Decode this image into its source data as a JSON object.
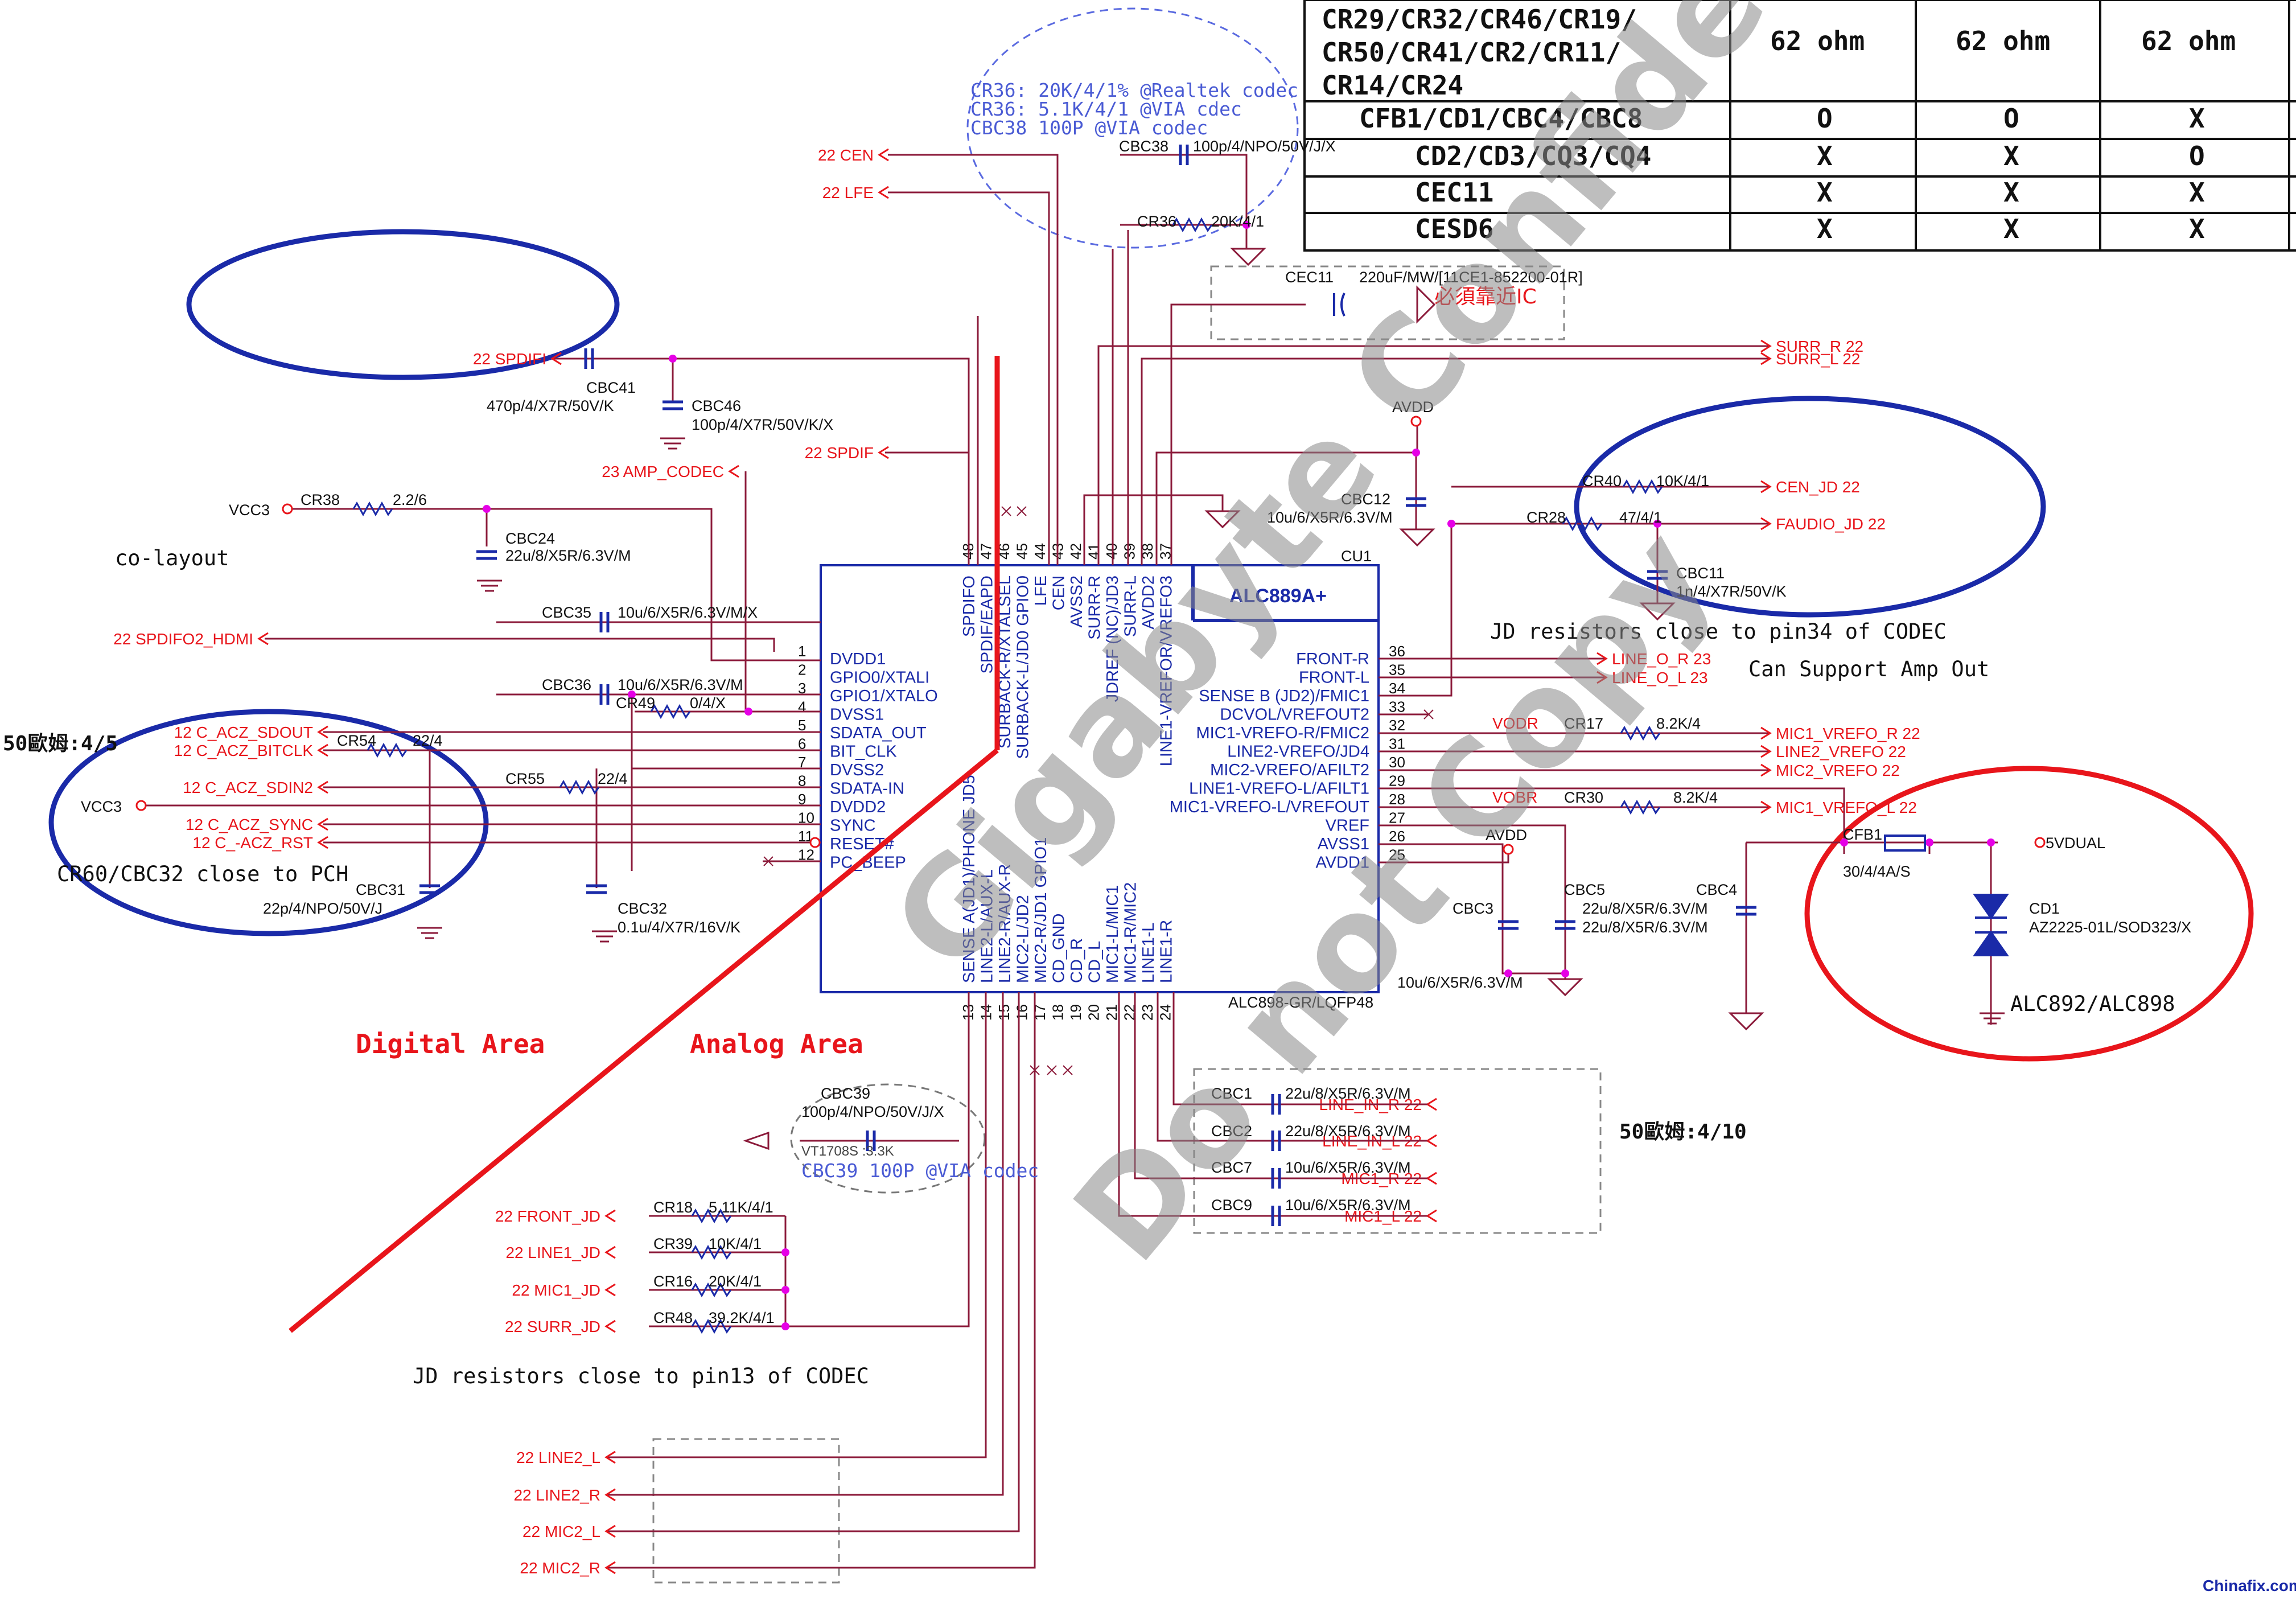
{
  "table": {
    "rows": [
      {
        "label": [
          "CR29/CR32/CR46/CR19/",
          "CR50/CR41/CR2/CR11/",
          "CR14/CR24"
        ],
        "c1": "62 ohm",
        "c2": "62 ohm",
        "c3": "62 ohm"
      },
      {
        "label": [
          "CFB1/CD1/CBC4/CBC8"
        ],
        "c1": "O",
        "c2": "O",
        "c3": "X"
      },
      {
        "label": [
          "CD2/CD3/CQ3/CQ4"
        ],
        "c1": "X",
        "c2": "X",
        "c3": "O"
      },
      {
        "label": [
          "CEC11"
        ],
        "c1": "X",
        "c2": "X",
        "c3": "X"
      },
      {
        "label": [
          "CESD6"
        ],
        "c1": "X",
        "c2": "X",
        "c3": "X"
      }
    ]
  },
  "chip": {
    "name": "ALC889A+",
    "ref": "CU1",
    "package": "ALC898-GR/LQFP48",
    "left_pins": [
      {
        "num": "1",
        "name": "DVDD1"
      },
      {
        "num": "2",
        "name": "GPIO0/XTALI"
      },
      {
        "num": "3",
        "name": "GPIO1/XTALO"
      },
      {
        "num": "4",
        "name": "DVSS1"
      },
      {
        "num": "5",
        "name": "SDATA_OUT"
      },
      {
        "num": "6",
        "name": "BIT_CLK"
      },
      {
        "num": "7",
        "name": "DVSS2"
      },
      {
        "num": "8",
        "name": "SDATA-IN"
      },
      {
        "num": "9",
        "name": "DVDD2"
      },
      {
        "num": "10",
        "name": "SYNC"
      },
      {
        "num": "11",
        "name": "RESET#"
      },
      {
        "num": "12",
        "name": "PC_BEEP"
      }
    ],
    "right_pins": [
      {
        "num": "36",
        "name": "FRONT-R"
      },
      {
        "num": "35",
        "name": "FRONT-L"
      },
      {
        "num": "34",
        "name": "SENSE B (JD2)/FMIC1"
      },
      {
        "num": "33",
        "name": "DCVOL/VREFOUT2"
      },
      {
        "num": "32",
        "name": "MIC1-VREFO-R/FMIC2"
      },
      {
        "num": "31",
        "name": "LINE2-VREFO/JD4"
      },
      {
        "num": "30",
        "name": "MIC2-VREFO/AFILT2"
      },
      {
        "num": "29",
        "name": "LINE1-VREFO-L/AFILT1"
      },
      {
        "num": "28",
        "name": "MIC1-VREFO-L/VREFOUT"
      },
      {
        "num": "27",
        "name": "VREF"
      },
      {
        "num": "26",
        "name": "AVSS1"
      },
      {
        "num": "25",
        "name": "AVDD1"
      }
    ],
    "top_pins": [
      {
        "num": "48",
        "name": "SPDIFO"
      },
      {
        "num": "47",
        "name": "SPDIF/EAPD"
      },
      {
        "num": "46",
        "name": "SURBACK-R/XTALSEL"
      },
      {
        "num": "45",
        "name": "SURBACK-L/JD0 GPIO0"
      },
      {
        "num": "44",
        "name": "LFE"
      },
      {
        "num": "43",
        "name": "CEN"
      },
      {
        "num": "42",
        "name": "AVSS2"
      },
      {
        "num": "41",
        "name": "SURR-R"
      },
      {
        "num": "40",
        "name": "JDREF (NC)/JD3"
      },
      {
        "num": "39",
        "name": "SURR-L"
      },
      {
        "num": "38",
        "name": "AVDD2"
      },
      {
        "num": "37",
        "name": "LINE1-VREFOR/VREFO3"
      }
    ],
    "bottom_pins": [
      {
        "num": "13",
        "name": "SENSE A(JD1)/PHONE JD5"
      },
      {
        "num": "14",
        "name": "LINE2-L/AUX-L"
      },
      {
        "num": "15",
        "name": "LINE2-R/AUX-R"
      },
      {
        "num": "16",
        "name": "MIC2-L/JD2"
      },
      {
        "num": "17",
        "name": "MIC2-R/JD1 GPIO1"
      },
      {
        "num": "18",
        "name": "CD_GND"
      },
      {
        "num": "19",
        "name": "CD_R"
      },
      {
        "num": "20",
        "name": "CD_L"
      },
      {
        "num": "21",
        "name": "MIC1-L/MIC1"
      },
      {
        "num": "22",
        "name": "MIC1-R/MIC2"
      },
      {
        "num": "23",
        "name": "LINE1-L"
      },
      {
        "num": "24",
        "name": "LINE1-R"
      }
    ]
  },
  "nets": {
    "cen": "22   CEN",
    "lfe": "22   LFE",
    "spdifi": "22  SPDIFI",
    "amp": "23  AMP_CODEC",
    "spdif": "22  SPDIF",
    "spdifo2": "22  SPDIFO2_HDMI",
    "sdout": "12  C_ACZ_SDOUT",
    "bitclk": "12  C_ACZ_BITCLK",
    "sdin": "12  C_ACZ_SDIN2",
    "sync": "12  C_ACZ_SYNC",
    "rst": "12  C_-ACZ_RST",
    "surr_r": "SURR_R   22",
    "surr_l": "SURR_L   22",
    "cen_jd": "CEN_JD   22",
    "faudio_jd": "FAUDIO_JD   22",
    "line_o_r": "LINE_O_R  23",
    "line_o_l": "LINE_O_L  23",
    "vodr": "VODR",
    "vobr": "VOBR",
    "mic1_vrefo_r": "MIC1_VREFO_R   22",
    "line2_vrefo": "LINE2_VREFO   22",
    "mic2_vrefo": "MIC2_VREFO   22",
    "mic1_vrefo_l": "MIC1_VREFO_L   22",
    "line_in_r": "LINE_IN_R   22",
    "line_in_l": "LINE_IN_L   22",
    "mic1_r": "MIC1_R   22",
    "mic1_l": "MIC1_L   22",
    "front_jd": "22  FRONT_JD",
    "line1_jd": "22  LINE1_JD",
    "mic1_jd": "22  MIC1_JD",
    "surr_jd": "22  SURR_JD",
    "line2_l": "22  LINE2_L",
    "line2_r": "22  LINE2_R",
    "mic2_l": "22  MIC2_L",
    "mic2_r": "22  MIC2_R"
  },
  "power": {
    "vcc3a": "VCC3",
    "vcc3b": "VCC3",
    "avdd_top": "AVDD",
    "avdd_mid": "AVDD",
    "fivevdual": "5VDUAL"
  },
  "components": {
    "cr38": "CR38",
    "cr38v": "2.2/6",
    "cbc24": "CBC24",
    "cbc24v": "22u/8/X5R/6.3V/M",
    "cbc35": "CBC35",
    "cbc35v": "10u/6/X5R/6.3V/M/X",
    "cbc36": "CBC36",
    "cbc36v": "10u/6/X5R/6.3V/M",
    "cr49": "CR49",
    "cr49v": "0/4/X",
    "cr54": "CR54",
    "cr54v": "22/4",
    "cr55": "CR55",
    "cr55v": "22/4",
    "cbc31": "CBC31",
    "cbc31v": "22p/4/NPO/50V/J",
    "cbc32": "CBC32",
    "cbc32v": "0.1u/4/X7R/16V/K",
    "cbc41": "CBC41",
    "cbc41v": "470p/4/X7R/50V/K",
    "cbc46": "CBC46",
    "cbc46v": "100p/4/X7R/50V/K/X",
    "cbc38": "CBC38",
    "cbc38v": "100p/4/NPO/50V/J/X",
    "cr36": "CR36",
    "cr36v": "20K/4/1",
    "cec11": "CEC11",
    "cec11v": "220uF/MW/[11CE1-852200-01R]",
    "cbc12": "CBC12",
    "cbc12v": "10u/6/X5R/6.3V/M",
    "cr40": "CR40",
    "cr40v": "10K/4/1",
    "cr28": "CR28",
    "cr28v": "47/4/1",
    "cbc11": "CBC11",
    "cbc11v": "1n/4/X7R/50V/K",
    "cr17": "CR17",
    "cr17v": "8.2K/4",
    "cr30": "CR30",
    "cr30v": "8.2K/4",
    "cbc3": "CBC3",
    "cbc3v": "10u/6/X5R/6.3V/M",
    "cbc5": "CBC5",
    "cbc5v1": "22u/8/X5R/6.3V/M",
    "cbc5v2": "22u/8/X5R/6.3V/M",
    "cbc4": "CBC4",
    "cfb1": "CFB1",
    "cfb1v": "30/4/4A/S",
    "cd1": "CD1",
    "cd1v": "AZ2225-01L/SOD323/X",
    "cbc1": "CBC1",
    "cbc1v": "22u/8/X5R/6.3V/M",
    "cbc2": "CBC2",
    "cbc2v": "22u/8/X5R/6.3V/M",
    "cbc7": "CBC7",
    "cbc7v": "10u/6/X5R/6.3V/M",
    "cbc9": "CBC9",
    "cbc9v": "10u/6/X5R/6.3V/M",
    "cbc39": "CBC39",
    "cbc39v": "100p/4/NPO/50V/J/X",
    "vt": "VT1708S :3.3K",
    "cr18": "CR18",
    "cr18v": "5.11K/4/1",
    "cr39": "CR39",
    "cr39v": "10K/4/1",
    "cr16": "CR16",
    "cr16v": "20K/4/1",
    "cr48": "CR48",
    "cr48v": "39.2K/4/1"
  },
  "notes": {
    "via1": "CR36: 20K/4/1% @Realtek codec",
    "via2": "CR36: 5.1K/4/1 @VIA cdec",
    "via3": "CBC38 100P @VIA codec",
    "must_near": "必須靠近IC",
    "colayout": "co-layout",
    "ohm45": "50歐姆:4/5",
    "ohm410": "50歐姆:4/10",
    "pch": "CR60/CBC32 close to PCH",
    "jd34": "JD resistors close to pin34 of CODEC",
    "ampout": "Can Support Amp Out",
    "jd13": "JD resistors close to pin13 of CODEC",
    "cbc39via": "CBC39 100P @VIA codec",
    "alc": "ALC892/ALC898",
    "digital": "Digital Area",
    "analog": "Analog Area"
  },
  "watermark": {
    "line1": "Gigabyte Confidential",
    "line2": "Do not Copy"
  },
  "footer": {
    "site": "Chinafix.com"
  }
}
